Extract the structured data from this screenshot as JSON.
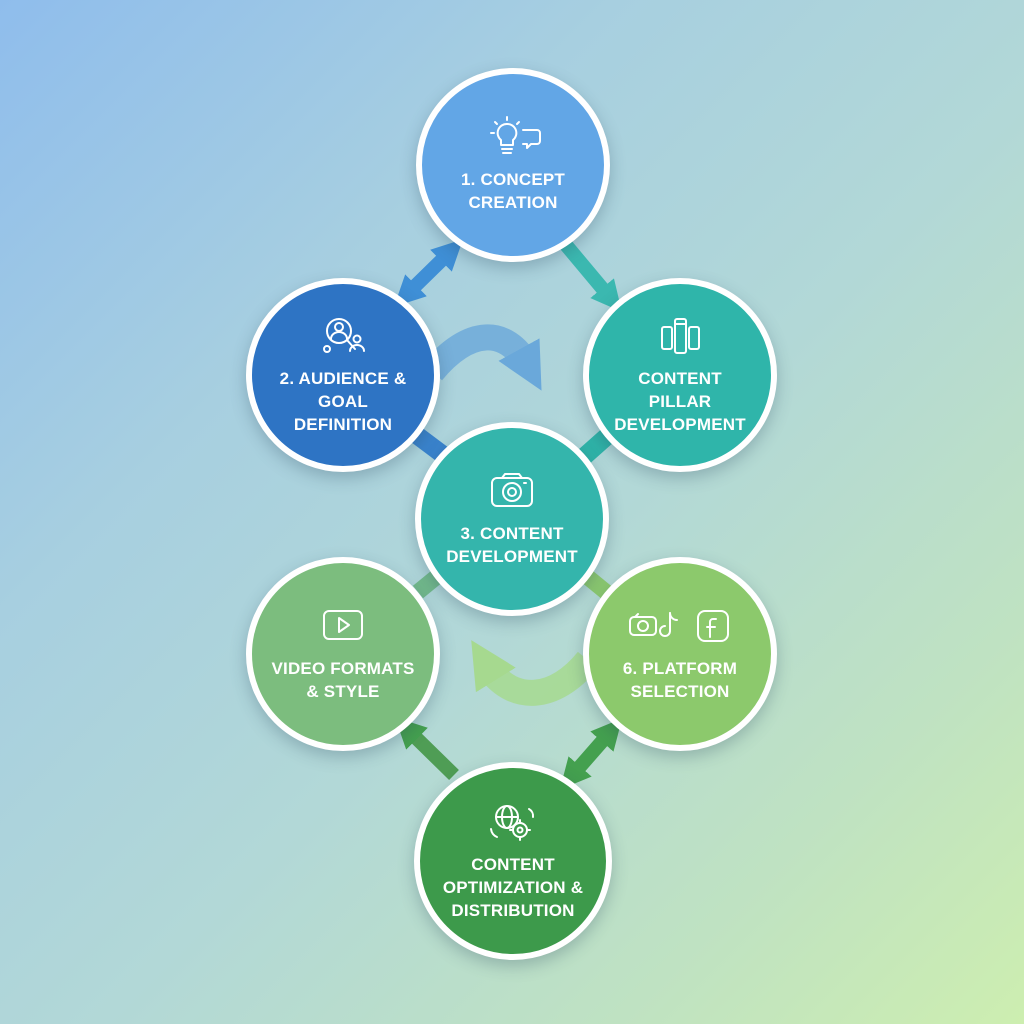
{
  "diagram": {
    "nodes": [
      {
        "id": "concept",
        "label": "1. CONCEPT CREATION",
        "icon": "lightbulb-chat-icon",
        "color": "#62a6e6"
      },
      {
        "id": "audience",
        "label": "2. AUDIENCE & GOAL DEFINITION",
        "icon": "audience-search-icon",
        "color": "#2e74c4"
      },
      {
        "id": "pillar",
        "label": "CONTENT PILLAR DEVELOPMENT",
        "icon": "pillars-icon",
        "color": "#2fb5aa"
      },
      {
        "id": "develop",
        "label": "3. CONTENT DEVELOPMENT",
        "icon": "camera-icon",
        "color": "#34b5ac"
      },
      {
        "id": "video",
        "label": "VIDEO FORMATS & STYLE",
        "icon": "play-button-icon",
        "color": "#7cbd7e"
      },
      {
        "id": "platform",
        "label": "6. PLATFORM SELECTION",
        "icon": "social-platforms-icon",
        "color": "#8cc96c"
      },
      {
        "id": "optimize",
        "label": "CONTENT OPTIMIZATION & DISTRIBUTION",
        "icon": "globe-gear-icon",
        "color": "#3d9a4b"
      }
    ]
  }
}
